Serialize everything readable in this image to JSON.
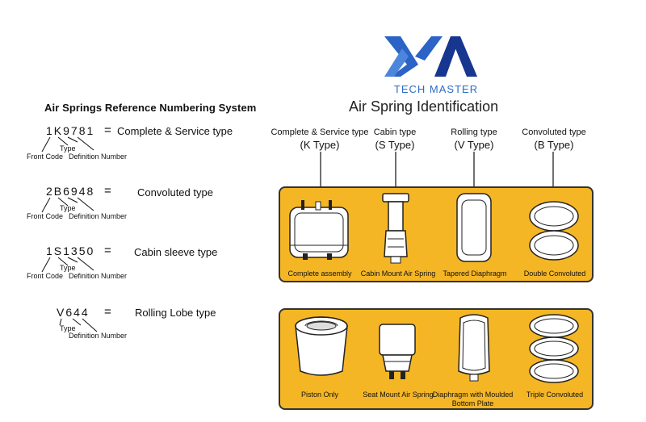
{
  "logo": {
    "text": "TECH MASTER",
    "colors": {
      "left": "#2b63c6",
      "right": "#17368f"
    }
  },
  "reference": {
    "title": "Air Springs Reference Numbering System",
    "rows": [
      {
        "code": "1K9781",
        "eq": "=",
        "desc": "Complete & Service type",
        "front": "Front Code",
        "type": "Type",
        "def": "Definition Number"
      },
      {
        "code": "2B6948",
        "eq": "=",
        "desc": "Convoluted type",
        "front": "Front Code",
        "type": "Type",
        "def": "Definition Number"
      },
      {
        "code": "1S1350",
        "eq": "=",
        "desc": "Cabin sleeve type",
        "front": "Front Code",
        "type": "Type",
        "def": "Definition Number"
      },
      {
        "code": "V644",
        "eq": "=",
        "desc": "Rolling Lobe type",
        "type": "Type",
        "def": "Definition Number"
      }
    ]
  },
  "identification": {
    "title": "Air Spring Identification",
    "columns": [
      {
        "head": "Complete & Service type",
        "sub": "(K Type)"
      },
      {
        "head": "Cabin type",
        "sub": "(S Type)"
      },
      {
        "head": "Rolling type",
        "sub": "(V Type)"
      },
      {
        "head": "Convoluted type",
        "sub": "(B Type)"
      }
    ],
    "top_captions": [
      "Complete assembly",
      "Cabin Mount Air Spring",
      "Tapered Diaphragm",
      "Double Convoluted"
    ],
    "bottom_captions": [
      "Piston Only",
      "Seat Mount Air Spring",
      "Diaphragm with Moulded Bottom Plate",
      "Triple Convoluted"
    ],
    "panel_color": "#f5b625"
  }
}
